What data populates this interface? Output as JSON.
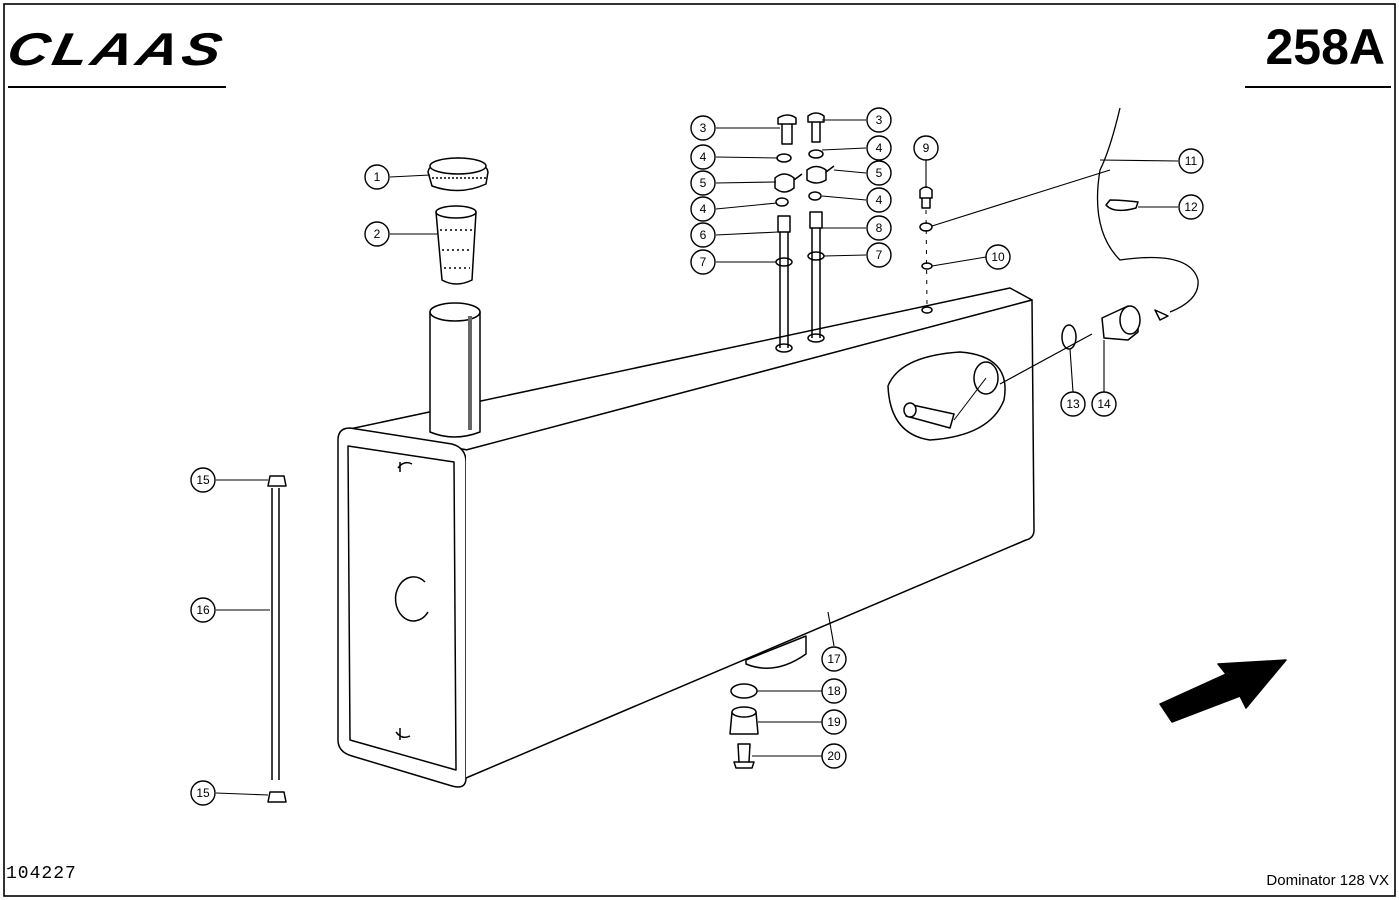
{
  "header": {
    "brand": "CLAAS",
    "page_number": "258A"
  },
  "footer": {
    "document_number": "104227",
    "model": "Dominator 128 VX"
  },
  "callouts": [
    "1",
    "2",
    "3",
    "3",
    "4",
    "4",
    "5",
    "5",
    "4",
    "4",
    "6",
    "8",
    "7",
    "7",
    "9",
    "10",
    "11",
    "12",
    "13",
    "14",
    "15",
    "16",
    "15",
    "17",
    "18",
    "19",
    "20"
  ]
}
